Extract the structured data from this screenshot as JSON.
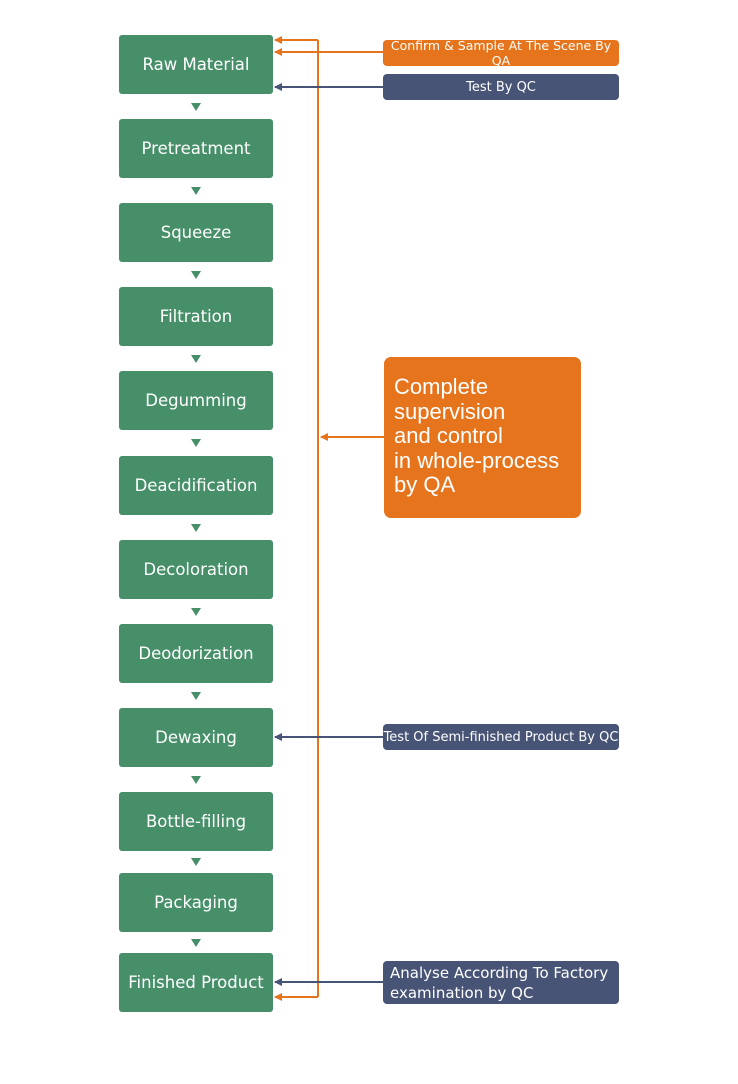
{
  "steps": [
    "Raw Material",
    "Pretreatment",
    "Squeeze",
    "Filtration",
    "Degumming",
    "Deacidification",
    "Decoloration",
    "Deodorization",
    "Dewaxing",
    "Bottle-filling",
    "Packaging",
    "Finished Product"
  ],
  "annotations": {
    "qa_sample": "Confirm & Sample At The Scene By QA",
    "qc_test": "Test By QC",
    "qa_supervision": "Complete\nsupervision\nand control\nin whole-process\nby QA",
    "qc_semi_finished": "Test Of Semi-finished Product By QC",
    "qc_factory": "Analyse According To Factory\nexamination by QC"
  },
  "colors": {
    "step_green": "#468f69",
    "qa_orange": "#e5741c",
    "qc_navy": "#475476"
  }
}
